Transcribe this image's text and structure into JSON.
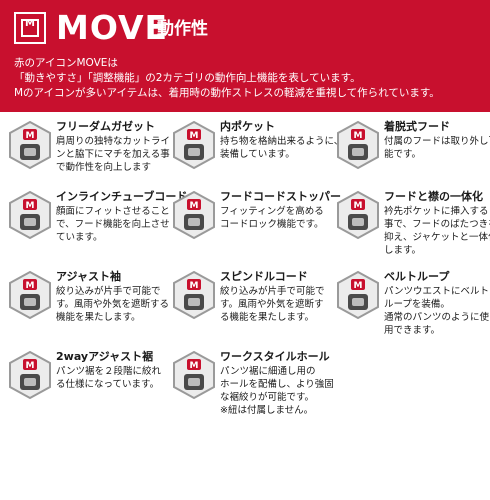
{
  "header": {
    "logo_letter": "M",
    "title": "MOVE",
    "subtitle": "動作性",
    "lines": [
      "赤のアイコンMOVEは",
      "「動きやすさ」「調整機能」の2カテゴリの動作向上機能を表しています。",
      "Mのアイコンが多いアイテムは、着用時の動作ストレスの軽減を重視して作られています。"
    ]
  },
  "colors": {
    "accent": "#c8102e",
    "icon_border": "#9a9a9a",
    "icon_bg": "#ececec"
  },
  "features": [
    {
      "icon": "gusset-icon",
      "name": "フリーダムガゼット",
      "desc": [
        "肩周りの独特なカットライ",
        "ンと脇下にマチを加える事",
        "で動作性を向上します"
      ]
    },
    {
      "icon": "inner-pocket-icon",
      "name": "内ポケット",
      "desc": [
        "持ち物を格納出来るように、",
        "装備しています。"
      ]
    },
    {
      "icon": "detachable-hood-icon",
      "name": "着脱式フード",
      "desc": [
        "付属のフードは取り外し可",
        "能です。"
      ]
    },
    {
      "icon": "tube-cord-icon",
      "name": "インラインチューブコード",
      "desc": [
        "顔面にフィットさせること",
        "で、フード機能を向上させ",
        "ています。"
      ]
    },
    {
      "icon": "cord-stopper-icon",
      "name": "フードコードストッパー",
      "desc": [
        "フィッティングを高める",
        "コードロック機能です。"
      ]
    },
    {
      "icon": "hood-collar-icon",
      "name": "フードと襟の一体化",
      "desc": [
        "衿先ポケットに挿入する",
        "事で、フードのばたつきを",
        "抑え、ジャケットと一体化",
        "します。"
      ]
    },
    {
      "icon": "adjust-sleeve-icon",
      "name": "アジャスト袖",
      "desc": [
        "絞り込みが片手で可能で",
        "す。風雨や外気を遮断する",
        "機能を果たします。"
      ]
    },
    {
      "icon": "spindle-cord-icon",
      "name": "スピンドルコード",
      "desc": [
        "絞り込みが片手で可能で",
        "す。風雨や外気を遮断す",
        "る機能を果たします。"
      ]
    },
    {
      "icon": "belt-loop-icon",
      "name": "ベルトループ",
      "desc": [
        "パンツウエストにベルト",
        "ループを装備。",
        "通常のパンツのように使",
        "用できます。"
      ]
    },
    {
      "icon": "hem-adjust-icon",
      "name": "2wayアジャスト裾",
      "desc": [
        "パンツ裾を２段階に絞れ",
        "る仕様になっています。"
      ]
    },
    {
      "icon": "work-hole-icon",
      "name": "ワークスタイルホール",
      "desc": [
        "パンツ裾に細通し用の",
        "ホールを配備し、より強固",
        "な裾絞りが可能です。",
        "※紐は付属しません。"
      ]
    }
  ]
}
